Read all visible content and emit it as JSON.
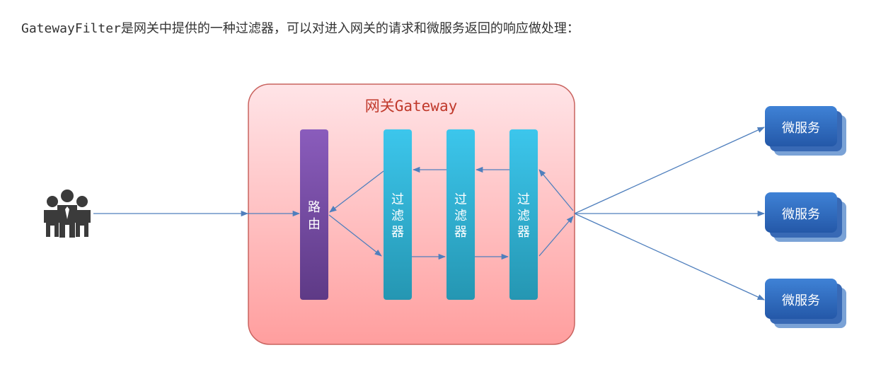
{
  "caption": "GatewayFilter是网关中提供的一种过滤器，可以对进入网关的请求和微服务返回的响应做处理：",
  "gateway": {
    "title": "网关Gateway"
  },
  "router": {
    "label": "路由"
  },
  "filters": [
    {
      "label": "过滤器"
    },
    {
      "label": "过滤器"
    },
    {
      "label": "过滤器"
    }
  ],
  "services": [
    {
      "label": "微服务"
    },
    {
      "label": "微服务"
    },
    {
      "label": "微服务"
    }
  ],
  "icons": {
    "users": "users-group-icon"
  },
  "colors": {
    "gateway_fill_top": "#ffe3e6",
    "gateway_fill_bottom": "#ff9c9c",
    "gateway_stroke": "#c0504d",
    "router": "#7b4aa0",
    "filter": "#2ab3d9",
    "service": "#2e6cc2",
    "arrow": "#4f7fbd"
  }
}
